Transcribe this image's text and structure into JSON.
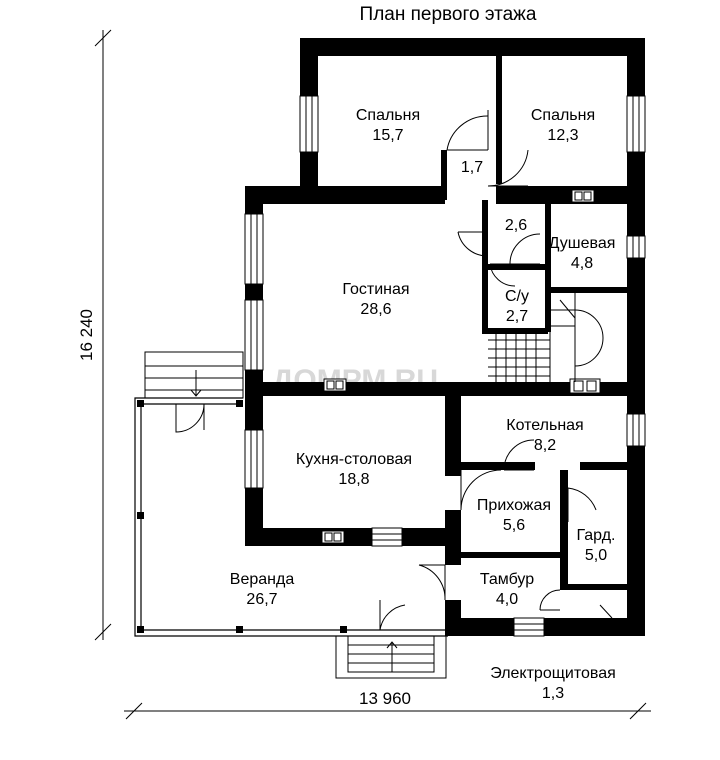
{
  "title": "План первого этажа",
  "dimensions": {
    "height": "16 240",
    "width": "13 960"
  },
  "watermark": "ДОМРМ.RU",
  "rooms": [
    {
      "id": "bedroom1",
      "name": "Спальня",
      "area": "15,7"
    },
    {
      "id": "bedroom2",
      "name": "Спальня",
      "area": "12,3"
    },
    {
      "id": "corridor",
      "name": "",
      "area": "1,7"
    },
    {
      "id": "hall_small",
      "name": "",
      "area": "2,6"
    },
    {
      "id": "shower",
      "name": "Душевая",
      "area": "4,8"
    },
    {
      "id": "wc",
      "name": "С/у",
      "area": "2,7"
    },
    {
      "id": "living",
      "name": "Гостиная",
      "area": "28,6"
    },
    {
      "id": "boiler",
      "name": "Котельная",
      "area": "8,2"
    },
    {
      "id": "kitchen",
      "name": "Кухня-столовая",
      "area": "18,8"
    },
    {
      "id": "hallway",
      "name": "Прихожая",
      "area": "5,6"
    },
    {
      "id": "wardrobe",
      "name": "Гард.",
      "area": "5,0"
    },
    {
      "id": "vestibule",
      "name": "Тамбур",
      "area": "4,0"
    },
    {
      "id": "veranda",
      "name": "Веранда",
      "area": "26,7"
    },
    {
      "id": "electric",
      "name": "Электрощитовая",
      "area": "1,3"
    }
  ]
}
